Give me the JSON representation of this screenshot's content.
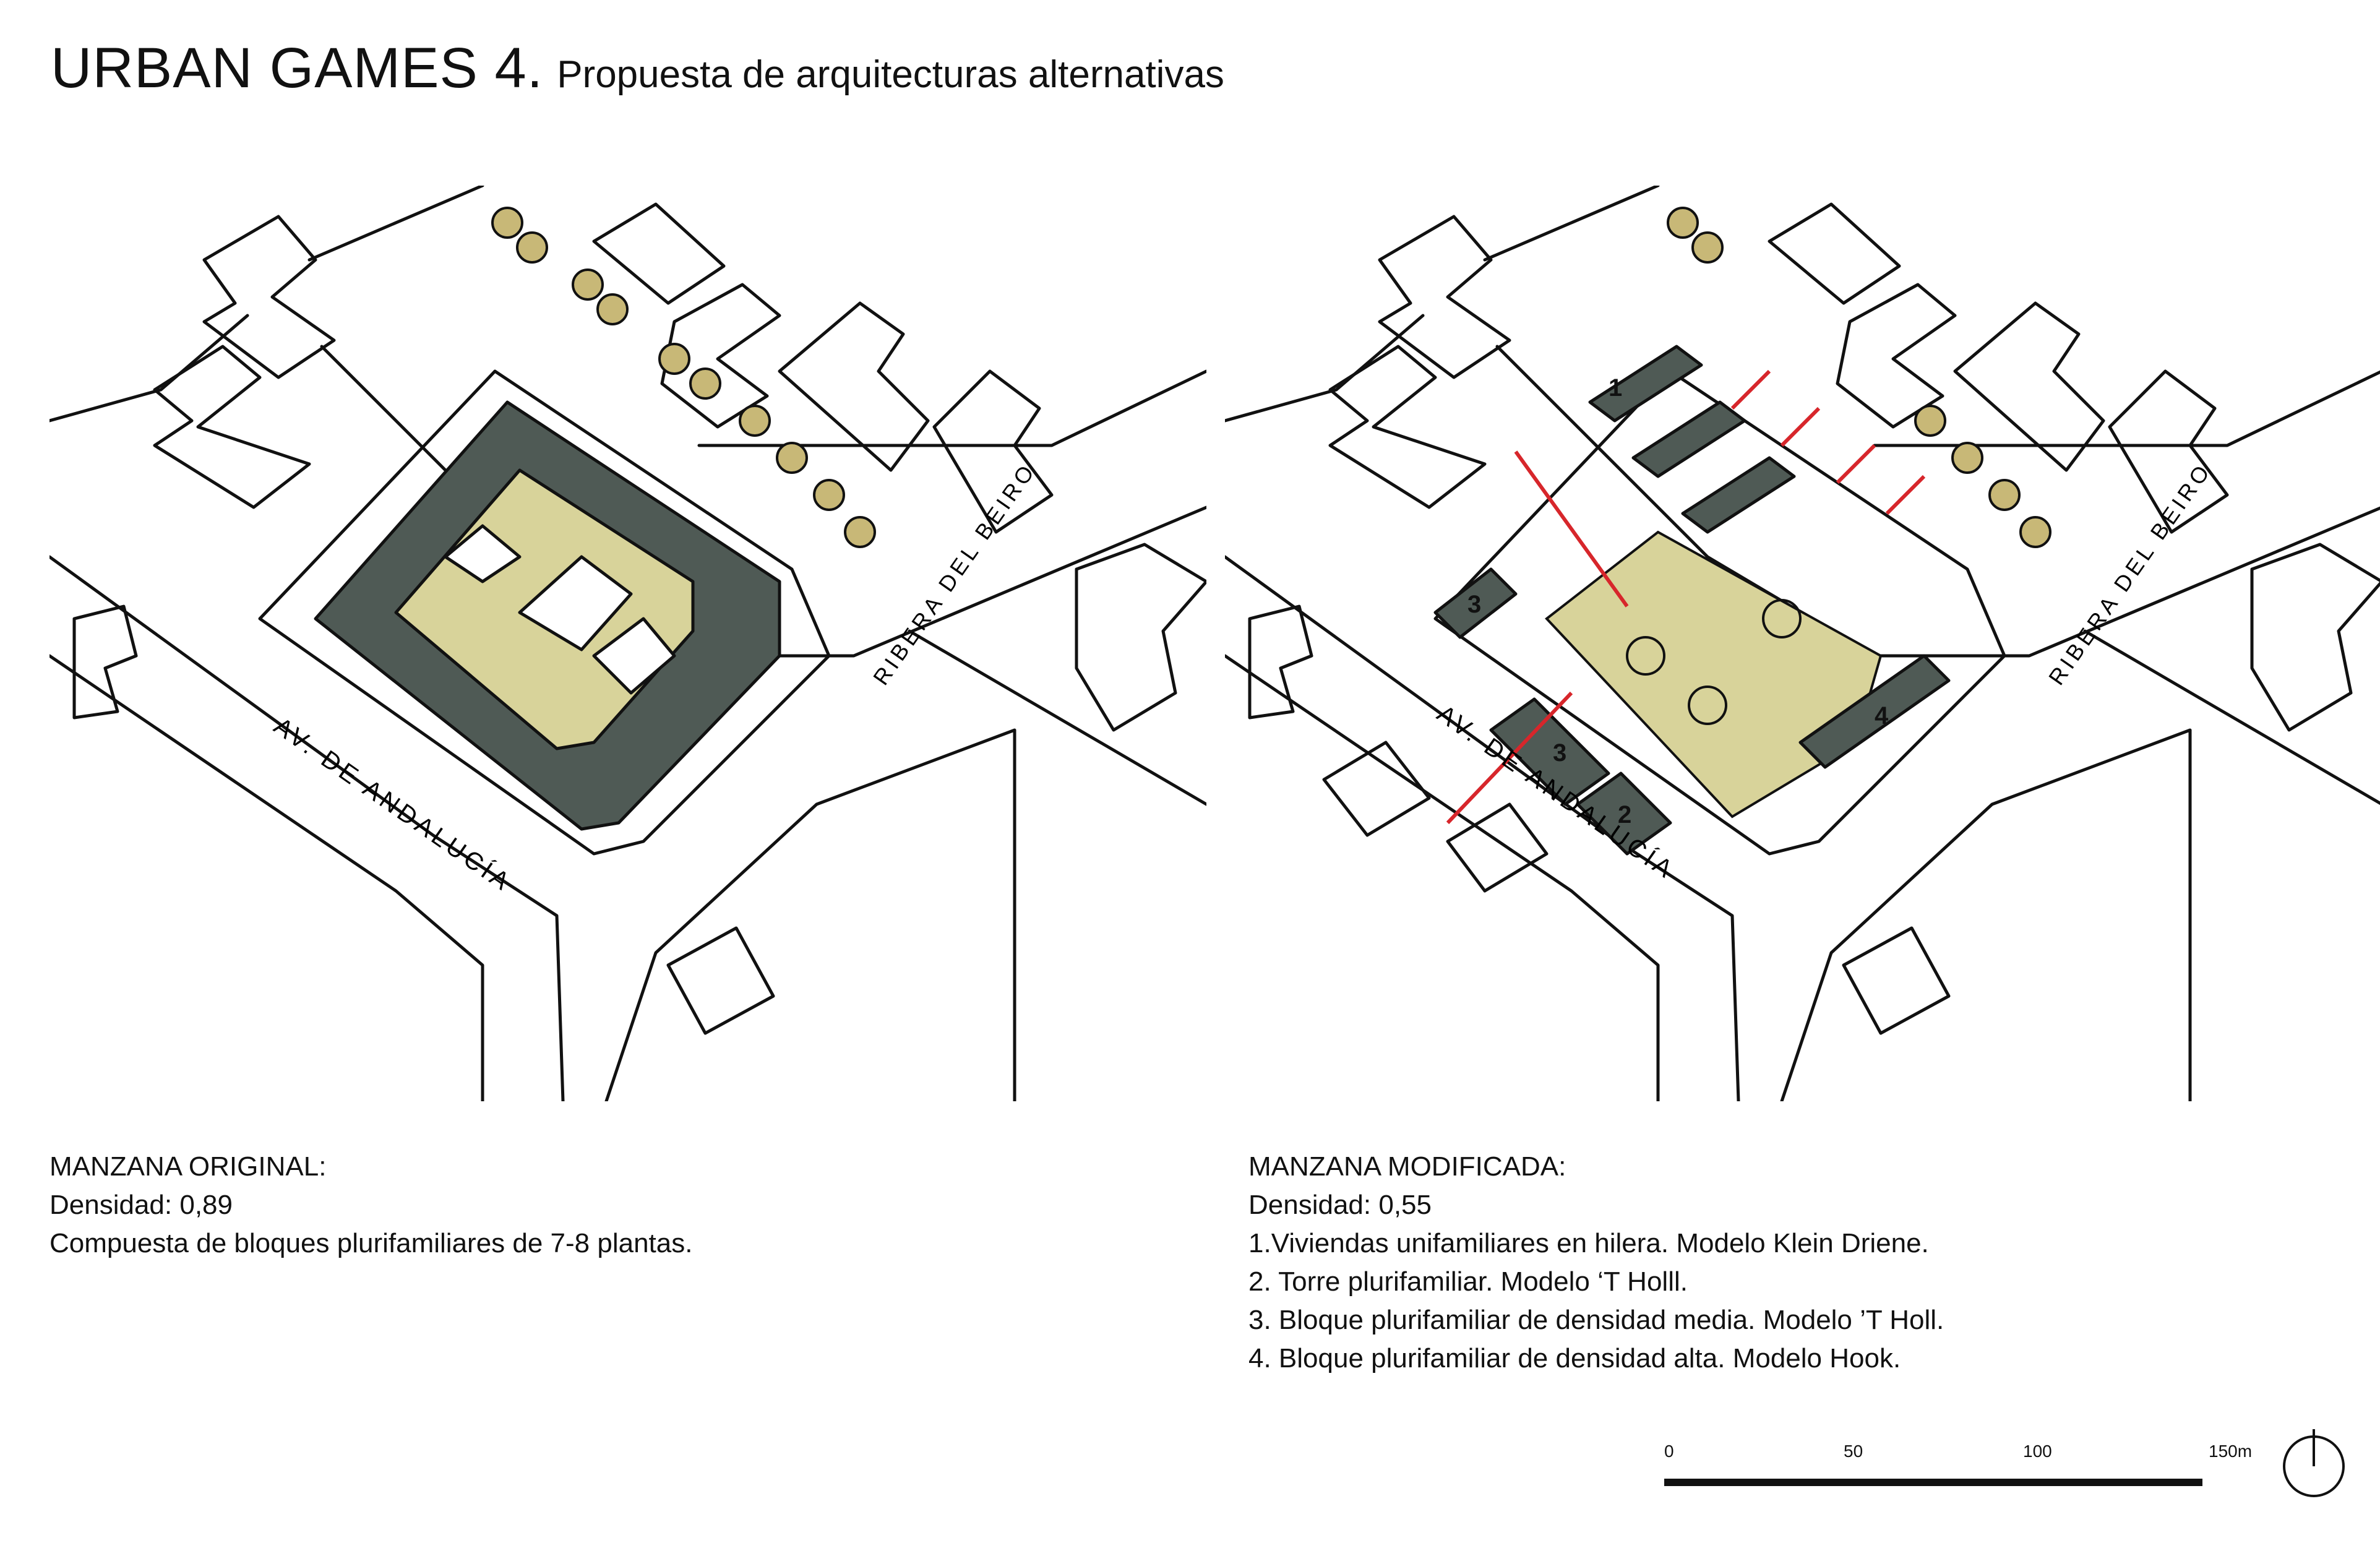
{
  "title": {
    "main": "URBAN GAMES 4.",
    "subtitle": "Propuesta de arquitecturas alternativas"
  },
  "maps": {
    "left": {
      "street_andalucia": "AV. DE ANDALUCÍA",
      "street_beiro": "RIBERA DEL BEIRO"
    },
    "right": {
      "street_andalucia": "AV. DE ANDALUCÍA",
      "street_beiro": "RIBERA DEL BEIRO",
      "block_labels": [
        "1",
        "2",
        "3",
        "3",
        "4"
      ]
    }
  },
  "original": {
    "heading": "MANZANA ORIGINAL:",
    "density": "Densidad: 0,89",
    "description": "Compuesta de bloques plurifamiliares de 7-8 plantas."
  },
  "modified": {
    "heading": "MANZANA MODIFICADA:",
    "density": "Densidad: 0,55",
    "items": [
      "1.Viviendas unifamiliares en hilera. Modelo Klein Driene.",
      "2. Torre plurifamiliar. Modelo ‘T Holll.",
      "3. Bloque plurifamiliar de densidad media. Modelo ’T Holl.",
      "4. Bloque plurifamiliar de densidad alta. Modelo Hook."
    ]
  },
  "scale": {
    "labels": [
      "0",
      "50",
      "100",
      "150m"
    ]
  },
  "colors": {
    "building_dark": "#4f5a55",
    "courtyard_green": "#d8d39a",
    "tree_fill": "#c8b877",
    "arrow_red": "#d7262b",
    "ink": "#111111"
  }
}
